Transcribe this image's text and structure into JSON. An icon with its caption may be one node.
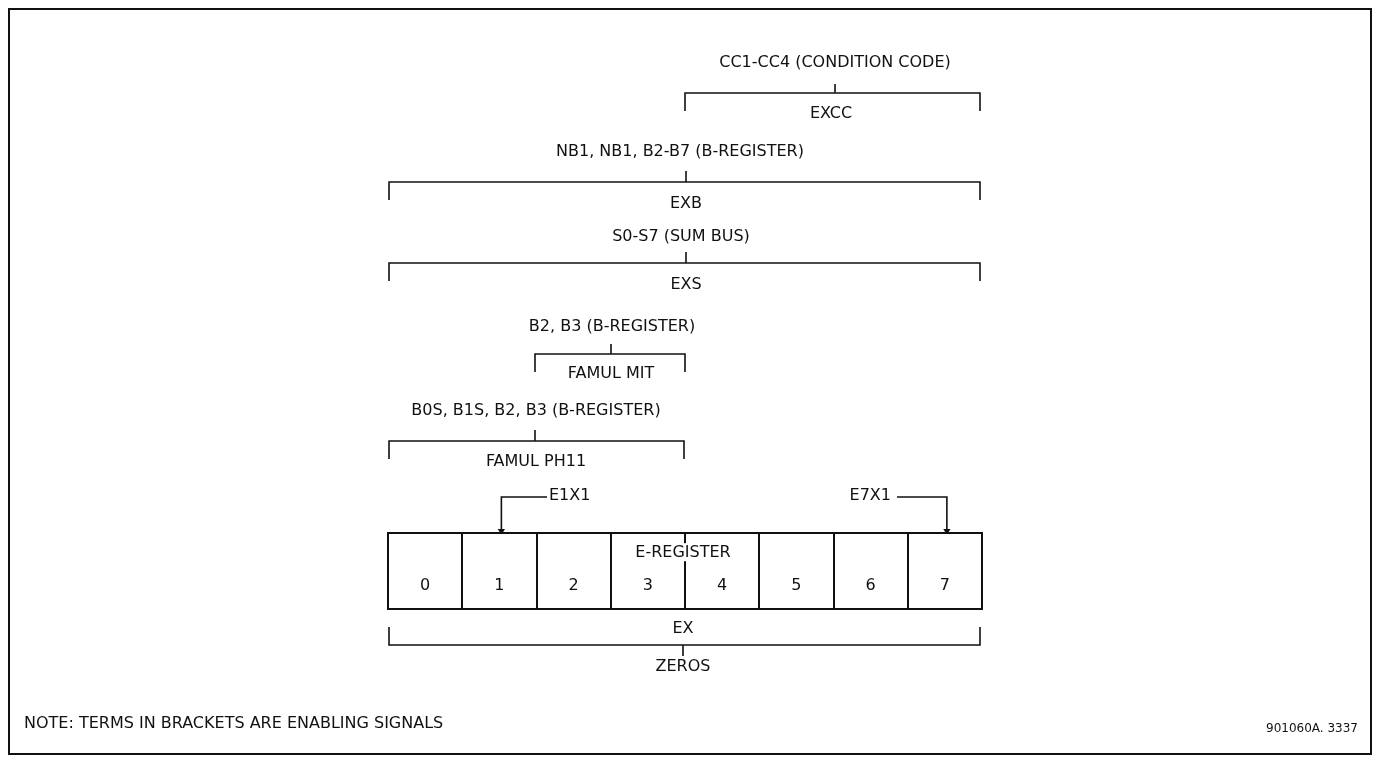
{
  "diagram": {
    "nodes": [
      {
        "text": [
          "E1X1"
        ]
      },
      {
        "text": [
          "E7X1"
        ]
      },
      {
        "text": [
          "0"
        ]
      },
      {
        "text": [
          "1"
        ]
      },
      {
        "text": [
          "2"
        ]
      },
      {
        "text": [
          "3"
        ]
      },
      {
        "text": [
          "4"
        ]
      },
      {
        "text": [
          "5"
        ]
      },
      {
        "text": [
          "6"
        ]
      },
      {
        "text": [
          "7"
        ]
      }
    ],
    "edges": [
      {
        "from": 0,
        "to": 3,
        "arrow": "to"
      },
      {
        "from": 1,
        "to": 9,
        "arrow": "to"
      }
    ],
    "labels": [
      "CC1-CC4 (CONDITION CODE)",
      "EXCC",
      "NB1, NB1, B2-B7 (B-REGISTER)",
      "EXB",
      "S0-S7 (SUM BUS)",
      "EXS",
      "B2, B3 (B-REGISTER)",
      "FAMUL MIT",
      "B0S, B1S, B2, B3 (B-REGISTER)",
      "FAMUL PH11",
      "E-REGISTER",
      "EX",
      "ZEROS",
      "NOTE: TERMS IN BRACKETS ARE ENABLING SIGNALS",
      "901060A. 3337"
    ]
  }
}
